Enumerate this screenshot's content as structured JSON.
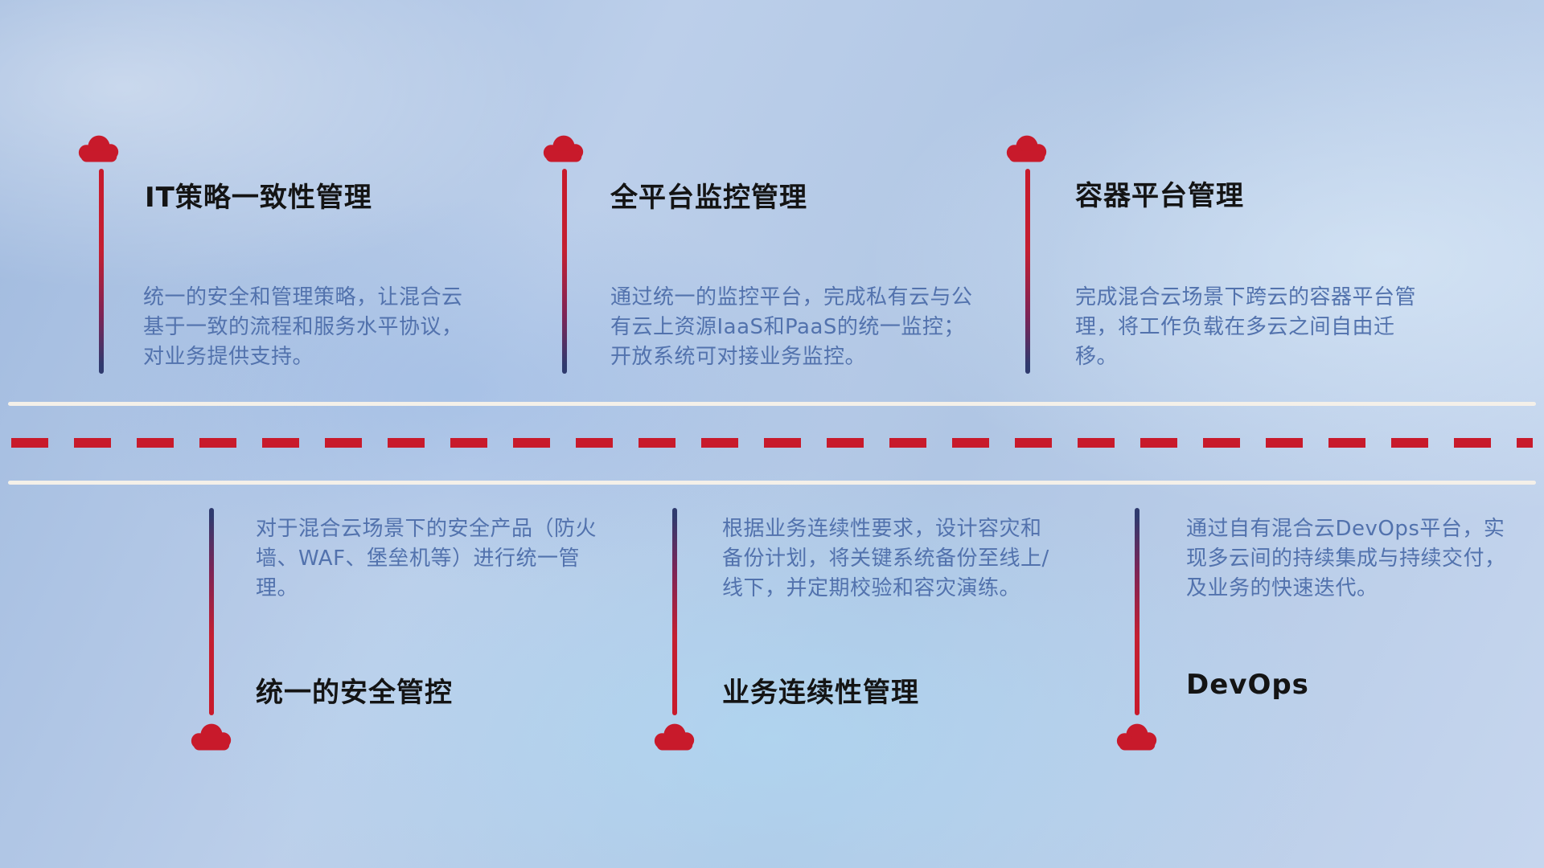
{
  "diagram": {
    "top_items": [
      {
        "title": "IT策略一致性管理",
        "description": "统一的安全和管理策略，让混合云基于一致的流程和服务水平协议，对业务提供支持。"
      },
      {
        "title": "全平台监控管理",
        "description": "通过统一的监控平台，完成私有云与公有云上资源IaaS和PaaS的统一监控；开放系统可对接业务监控。"
      },
      {
        "title": "容器平台管理",
        "description": "完成混合云场景下跨云的容器平台管理，将工作负载在多云之间自由迁移。"
      }
    ],
    "bottom_items": [
      {
        "title": "统一的安全管控",
        "description": "对于混合云场景下的安全产品（防火墙、WAF、堡垒机等）进行统一管理。"
      },
      {
        "title": "业务连续性管理",
        "description": "根据业务连续性要求，设计容灾和备份计划，将关键系统备份至线上/线下，并定期校验和容灾演练。"
      },
      {
        "title": "DevOps",
        "description": "通过自有混合云DevOps平台，实现多云间的持续集成与持续交付，及业务的快速迭代。"
      }
    ],
    "colors": {
      "accent_red": "#c81a2b",
      "connector_navy": "#2f3a6e",
      "description_blue": "#5272ad",
      "title_dark": "#141414",
      "road_white": "#f4f0e9"
    }
  }
}
